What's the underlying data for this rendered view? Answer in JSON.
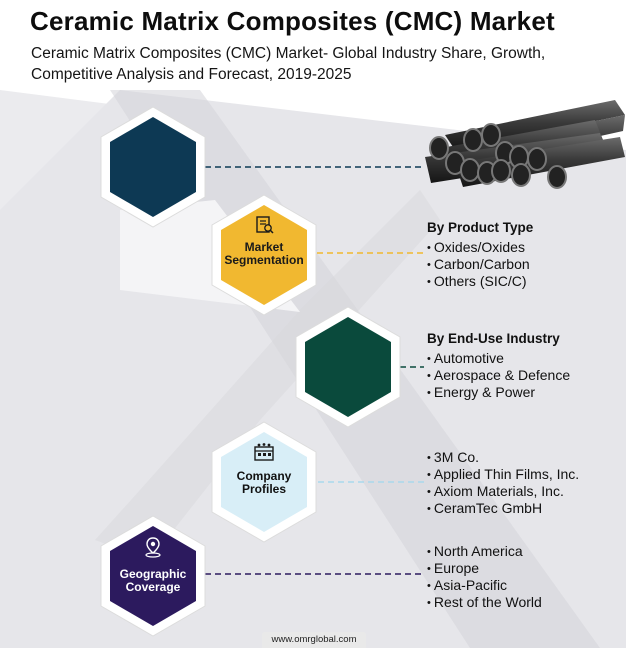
{
  "header": {
    "title": "Ceramic Matrix Composites (CMC) Market",
    "subtitle": "Ceramic Matrix Composites (CMC) Market- Global Industry Share, Growth, Competitive Analysis and Forecast, 2019-2025"
  },
  "hexagons": {
    "top": {
      "color": "#0d3954"
    },
    "segmentation": {
      "line1": "Market",
      "line2": "Segmentation",
      "color": "#f1b830",
      "icon": "report-icon"
    },
    "enduse": {
      "color": "#0a4a3c"
    },
    "profiles": {
      "line1": "Company",
      "line2": "Profiles",
      "color": "#d8eef7",
      "icon": "building-icon"
    },
    "geo": {
      "line1": "Geographic",
      "line2": "Coverage",
      "color": "#2c1a5e",
      "icon": "globe-pin-icon"
    }
  },
  "sections": {
    "product_type": {
      "heading": "By Product Type",
      "items": [
        "Oxides/Oxides",
        "Carbon/Carbon",
        "Others (SIC/C)"
      ]
    },
    "end_use": {
      "heading": "By End-Use Industry",
      "items": [
        "Automotive",
        "Aerospace & Defence",
        "Energy & Power"
      ]
    },
    "companies": {
      "items": [
        "3M Co.",
        "Applied Thin Films, Inc.",
        "Axiom Materials, Inc.",
        "CeramTec GmbH"
      ]
    },
    "regions": {
      "items": [
        "North America",
        "Europe",
        "Asia-Pacific",
        "Rest of the World"
      ]
    }
  },
  "footer": {
    "url": "www.omrglobal.com"
  },
  "colors": {
    "connector_top": "#0d3954",
    "connector_segmentation": "#f1b830",
    "connector_enduse": "#0a4a3c",
    "connector_profiles": "#a9d8ec",
    "connector_geo": "#2c1a5e"
  }
}
